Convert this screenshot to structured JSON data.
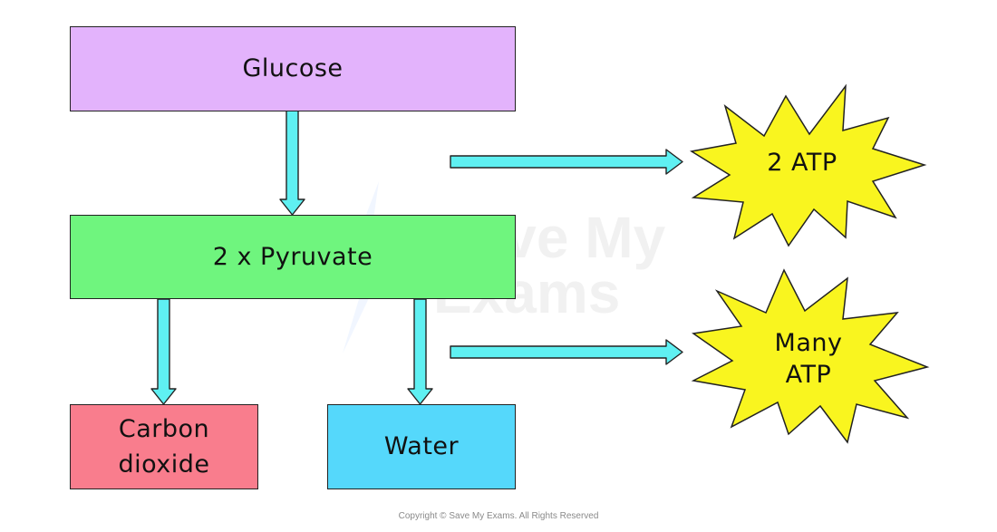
{
  "diagram": {
    "nodes": {
      "glucose": "Glucose",
      "pyruvate": "2 x Pyruvate",
      "carbon_dioxide_line1": "Carbon",
      "carbon_dioxide_line2": "dioxide",
      "water": "Water"
    },
    "energy": {
      "first_yield": "2 ATP",
      "second_yield_line1": "Many",
      "second_yield_line2": "ATP"
    },
    "edges": [
      {
        "from": "Glucose",
        "to": "2 x Pyruvate"
      },
      {
        "from": "2 x Pyruvate",
        "to": "Carbon dioxide"
      },
      {
        "from": "2 x Pyruvate",
        "to": "Water"
      },
      {
        "from": "Glucose",
        "to": "2 ATP"
      },
      {
        "from": "2 x Pyruvate",
        "to": "Many ATP"
      }
    ]
  },
  "watermark": {
    "line1": "Save My",
    "line2": "Exams"
  },
  "copyright": "Copyright © Save My Exams. All Rights Reserved",
  "colors": {
    "glucose": "#e3b3fc",
    "pyruvate": "#6ff57e",
    "carbon_dioxide": "#f97d8d",
    "water": "#55d8fb",
    "arrow": "#5ff0f2",
    "burst": "#f9f51f"
  }
}
